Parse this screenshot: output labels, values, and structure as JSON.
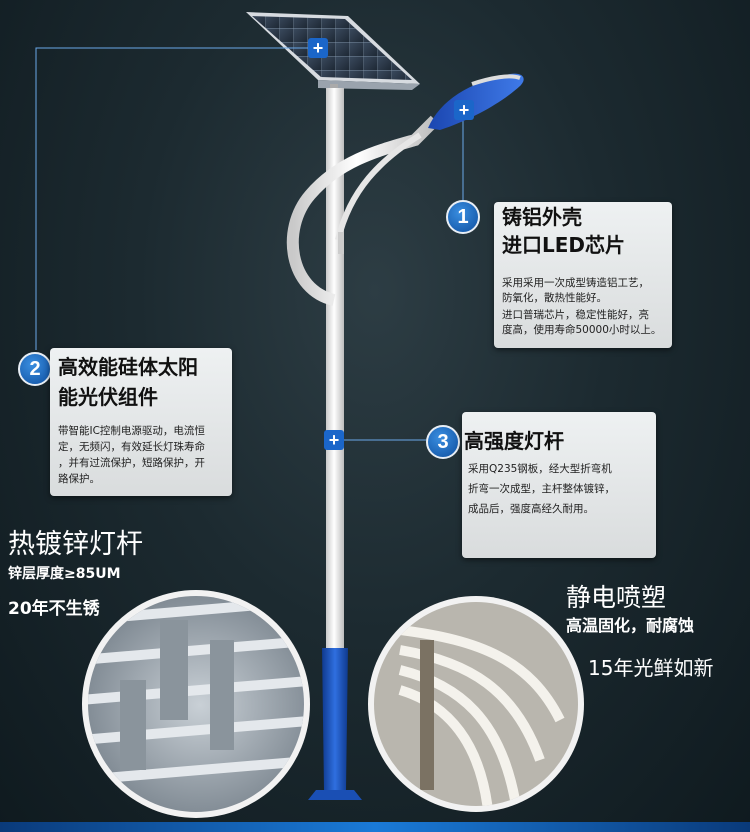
{
  "callouts": [
    {
      "number": "1",
      "title_line1": "铸铝外壳",
      "title_line2": "进口LED芯片",
      "desc_line1": "采用采用一次成型铸造铝工艺，",
      "desc_line2": "防氧化，散热性能好。",
      "desc_line3": "进口普瑞芯片，稳定性能好，亮",
      "desc_line4": "度高，使用寿命50000小时以上。"
    },
    {
      "number": "2",
      "title_line1": "高效能硅体太阳",
      "title_line2": "能光伏组件",
      "desc_line1": "带智能IC控制电源驱动，电流恒",
      "desc_line2": "定，无频闪，有效延长灯珠寿命",
      "desc_line3": "，并有过流保护，短路保护，开",
      "desc_line4": "路保护。"
    },
    {
      "number": "3",
      "title_line1": "高强度灯杆",
      "desc_line1": "采用Q235钢板，经大型折弯机",
      "desc_line2": "折弯一次成型，主杆整体镀锌，",
      "desc_line3": "成品后，强度高经久耐用。"
    }
  ],
  "galvanized": {
    "title": "热镀锌灯杆",
    "line1": "锌层厚度≥85UM",
    "line2": "20年不生锈"
  },
  "spray": {
    "title": "静电喷塑",
    "line1": "高温固化，耐腐蚀",
    "line2": "15年光鲜如新"
  },
  "plus_icon": "+",
  "colors": {
    "accent_blue": "#1b66c9",
    "card_bg": "#e3e6e7",
    "pole_white": "#f4f4f4",
    "pole_base_blue": "#1a4fb4"
  }
}
